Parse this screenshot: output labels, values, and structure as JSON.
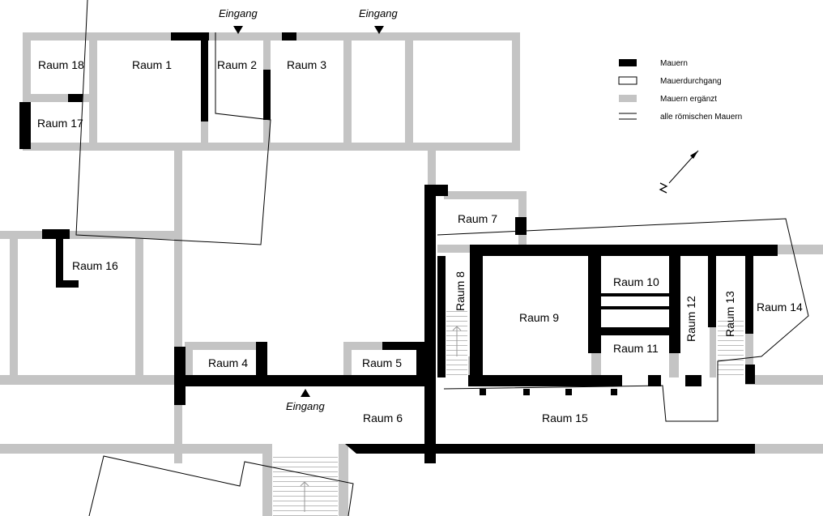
{
  "rooms": {
    "r1": "Raum 1",
    "r2": "Raum 2",
    "r3": "Raum 3",
    "r4": "Raum 4",
    "r5": "Raum 5",
    "r6": "Raum 6",
    "r7": "Raum 7",
    "r8": "Raum 8",
    "r9": "Raum 9",
    "r10": "Raum 10",
    "r11": "Raum 11",
    "r12": "Raum 12",
    "r13": "Raum 13",
    "r14": "Raum 14",
    "r15": "Raum 15",
    "r16": "Raum 16",
    "r17": "Raum 17",
    "r18": "Raum 18"
  },
  "entrances": {
    "e1": "Eingang",
    "e2": "Eingang",
    "e3": "Eingang"
  },
  "legend": {
    "walls": "Mauern",
    "passage": "Mauerdurchgang",
    "restored": "Mauern ergänzt",
    "roman": "alle römischen Mauern"
  },
  "colors": {
    "wall": "#000000",
    "restored": "#c4c4c4",
    "outline": "#000000"
  },
  "north_arrow_label": "N"
}
